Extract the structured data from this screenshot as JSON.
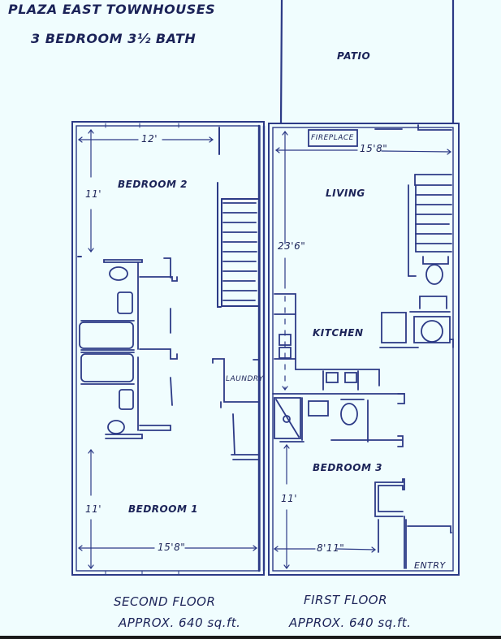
{
  "title": {
    "line1": "PLAZA EAST TOWNHOUSES",
    "line2": "3 BEDROOM  3½ BATH"
  },
  "colors": {
    "background": "#f0fdfe",
    "ink": "#2c3a86",
    "text_ink": "#1b2358"
  },
  "second_floor": {
    "label": "SECOND FLOOR",
    "area": "APPROX. 640 sq.ft.",
    "rooms": {
      "bedroom2": {
        "label": "BEDROOM 2",
        "width": "12'",
        "depth": "11'"
      },
      "bedroom1": {
        "label": "BEDROOM 1",
        "width": "15'8\"",
        "depth": "11'"
      },
      "laundry": {
        "label": "LAUNDRY"
      }
    }
  },
  "first_floor": {
    "label": "FIRST FLOOR",
    "area": "APPROX. 640 sq.ft.",
    "rooms": {
      "patio": {
        "label": "PATIO"
      },
      "fireplace": {
        "label": "FIREPLACE"
      },
      "living": {
        "label": "LIVING",
        "width": "15'8\"",
        "depth": "23'6\""
      },
      "kitchen": {
        "label": "KITCHEN"
      },
      "bedroom3": {
        "label": "BEDROOM 3",
        "width": "8'11\"",
        "depth": "11'"
      },
      "entry": {
        "label": "ENTRY"
      }
    }
  }
}
